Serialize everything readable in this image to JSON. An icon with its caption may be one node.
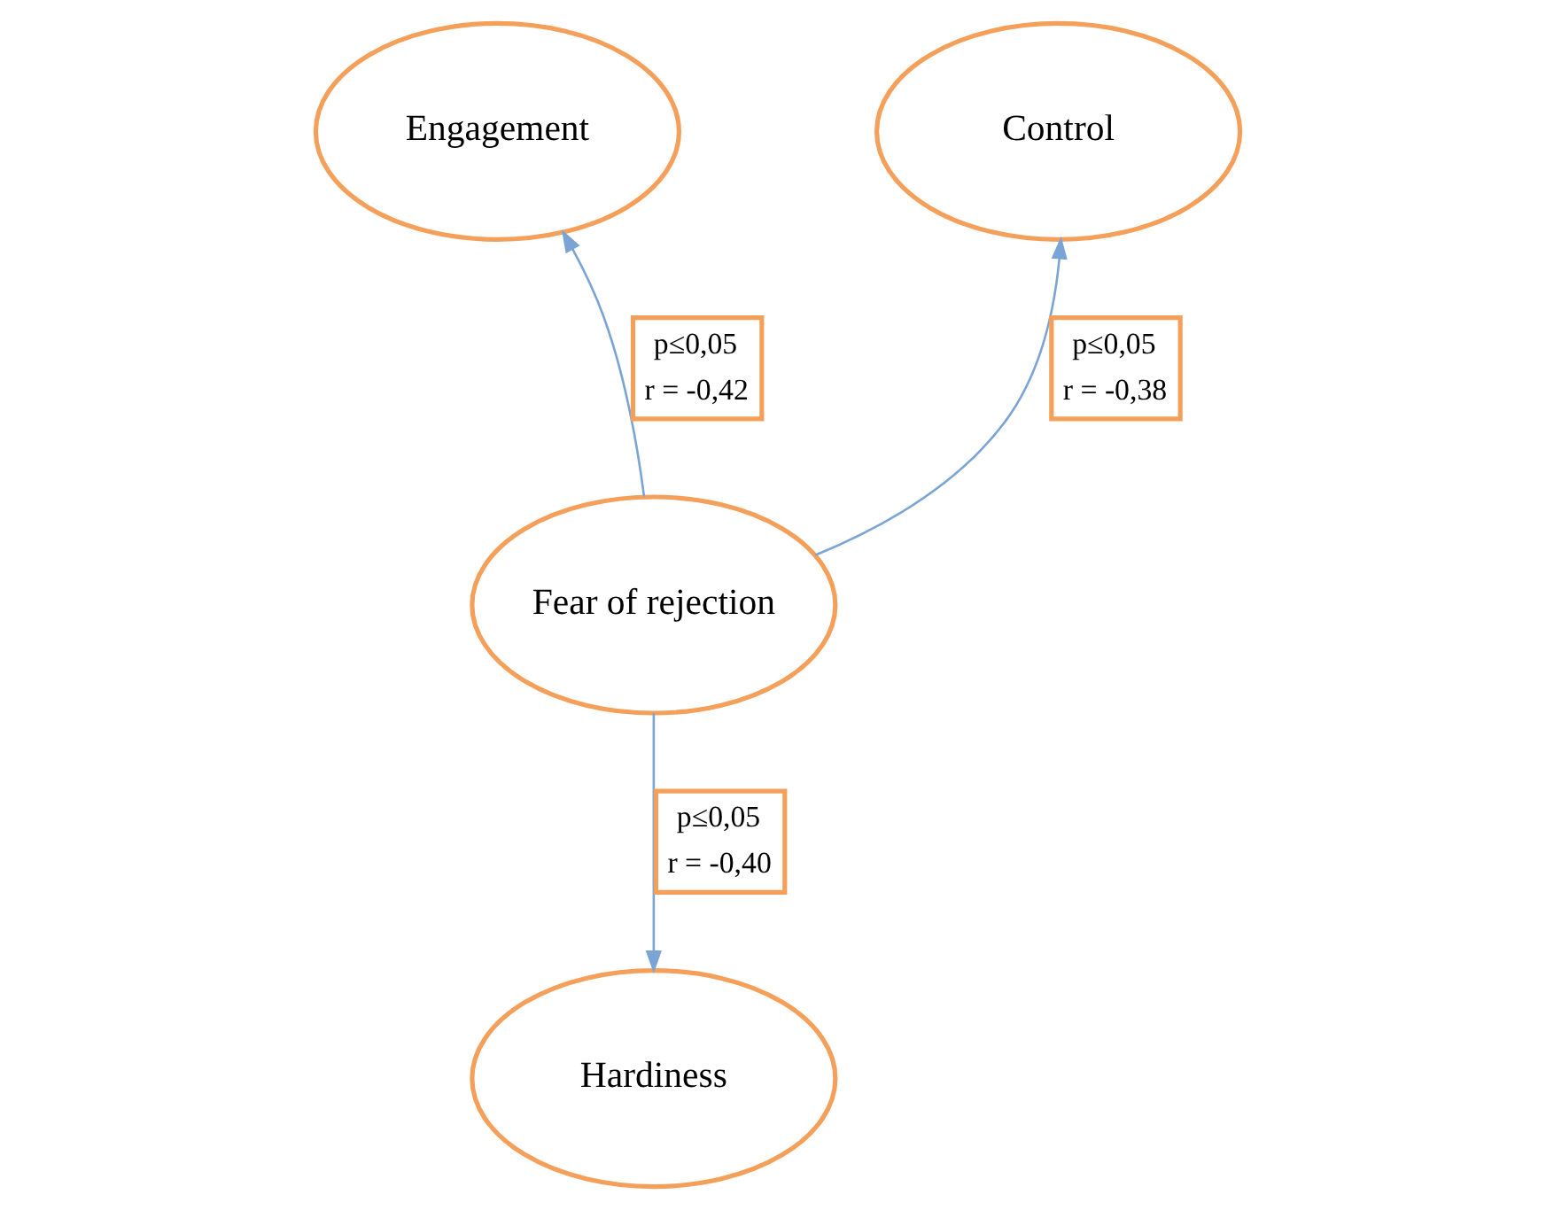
{
  "diagram": {
    "nodes": [
      {
        "text": [
          "Engagement"
        ]
      },
      {
        "text": [
          "Control"
        ]
      },
      {
        "text": [
          "Fear of rejection"
        ]
      },
      {
        "text": [
          "Hardiness"
        ]
      }
    ],
    "edges": [
      {
        "from": 2,
        "to": 0,
        "arrow": "to",
        "label": "p≤0,05 r = -0,42"
      },
      {
        "from": 2,
        "to": 1,
        "arrow": "to",
        "label": "p≤0,05 r = -0,38"
      },
      {
        "from": 2,
        "to": 3,
        "arrow": "to",
        "label": "p≤0,05 r = -0,40"
      }
    ]
  }
}
